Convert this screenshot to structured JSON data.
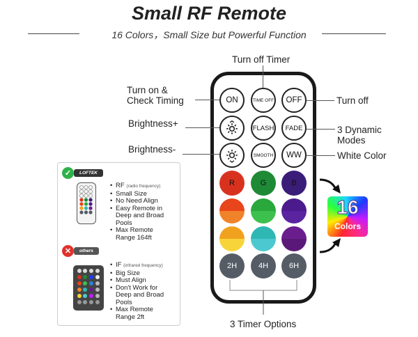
{
  "header": {
    "title": "Small RF Remote",
    "subtitle": "16 Colors，Small Size but Powerful Function"
  },
  "callouts": {
    "turn_off_timer": "Turn off Timer",
    "turn_on_line1": "Turn on &",
    "turn_on_line2": "Check Timing",
    "turn_off": "Turn off",
    "brightness_up": "Brightness+",
    "dynamic_line1": "3 Dynamic",
    "dynamic_line2": "Modes",
    "brightness_down": "Brightness-",
    "white_color": "White Color",
    "timer_options": "3 Timer Options"
  },
  "remote": {
    "row1": [
      "ON",
      "TIME OFF",
      "OFF"
    ],
    "row2": [
      "brightness-up-icon",
      "FLASH",
      "FADE"
    ],
    "row3": [
      "brightness-down-icon",
      "SMOOTH",
      "WW"
    ],
    "row4": [
      {
        "label": "R",
        "color": "#d8321f"
      },
      {
        "label": "G",
        "color": "#1f8a36"
      },
      {
        "label": "B",
        "color": "#3a1d78"
      }
    ],
    "row5": [
      {
        "top": "#e8451c",
        "bottom": "#f0822a"
      },
      {
        "top": "#2aa83c",
        "bottom": "#3ec04e"
      },
      {
        "top": "#4b1a8c",
        "bottom": "#5a23a0"
      }
    ],
    "row6": [
      {
        "top": "#f0a21e",
        "bottom": "#f7d43a"
      },
      {
        "top": "#2fb7b4",
        "bottom": "#4cc9d0"
      },
      {
        "top": "#6a1e8e",
        "bottom": "#5a1878"
      }
    ],
    "row7": [
      "2H",
      "4H",
      "6H"
    ]
  },
  "colors_tile": {
    "number": "16",
    "word": "Colors"
  },
  "comparison": {
    "rf": {
      "tag": "LOFTEK",
      "tag_color": "#333333",
      "mark_color": "#2fb14a",
      "title": "RF",
      "title_note": "(radio frequency)",
      "points": [
        "Small Size",
        "No Need Align",
        "Easy Remote in",
        "Deep and Broad",
        "Pools",
        "Max Remote",
        "Range 164ft"
      ]
    },
    "ir": {
      "tag": "others",
      "tag_color": "#555555",
      "mark_color": "#e0322c",
      "title": "IF",
      "title_note": "(infrared frequency)",
      "points": [
        "Big Size",
        "Must Align",
        "Don't Work for",
        "Deep and Broad",
        "Pools",
        "Max Remote",
        "Range 2ft"
      ]
    }
  }
}
